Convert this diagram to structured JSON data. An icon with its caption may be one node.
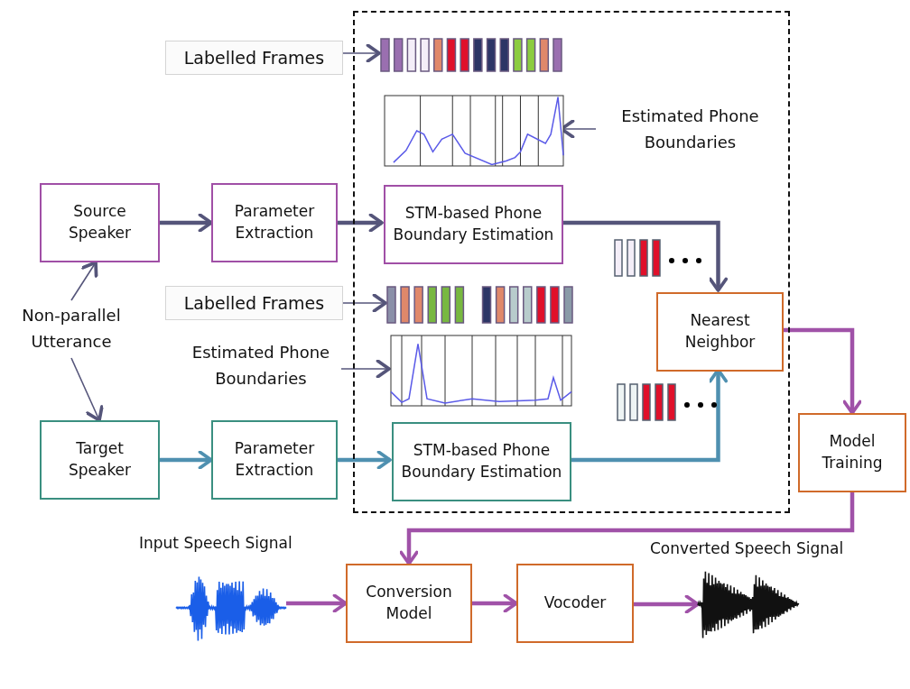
{
  "diagram": {
    "nodes": [
      {
        "text": [],
        "shape": "box"
      },
      {
        "text": [
          "Labelled Frames"
        ]
      },
      {
        "text": [],
        "shape": "bar",
        "in": 0
      },
      {
        "text": [],
        "shape": "picture",
        "in": 0
      },
      {
        "text": [
          "Estimated Phone Boundaries"
        ],
        "in": 0
      },
      {
        "text": [
          "Source Speaker"
        ]
      },
      {
        "text": [
          "Parameter Extraction"
        ]
      },
      {
        "text": [
          "STM-based Phone Boundary Estimation"
        ],
        "in": 0
      },
      {
        "text": [
          "Labelled Frames"
        ]
      },
      {
        "text": [],
        "shape": "bar",
        "in": 0
      },
      {
        "text": [
          "Non-parallel Utterance"
        ]
      },
      {
        "text": [
          "Nearest Neighbor"
        ],
        "in": 0
      },
      {
        "text": [
          "Estimated Phone Boundaries"
        ]
      },
      {
        "text": [],
        "shape": "picture",
        "in": 0
      },
      {
        "text": [
          "Target Speaker"
        ]
      },
      {
        "text": [
          "Parameter Extraction"
        ]
      },
      {
        "text": [
          "STM-based Phone Boundary Estimation"
        ],
        "in": 0
      },
      {
        "text": [
          "Model Training"
        ]
      },
      {
        "text": [],
        "shape": "picture",
        "beside": [
          "Input Speech Signal"
        ]
      },
      {
        "text": [
          "Conversion Model"
        ]
      },
      {
        "text": [
          "Vocoder"
        ]
      },
      {
        "text": [],
        "shape": "picture",
        "beside": [
          "Converted Speech Signal"
        ]
      }
    ],
    "edges": [
      {
        "from": 1,
        "to": 2,
        "arrow": "to"
      },
      {
        "from": 4,
        "to": 3,
        "arrow": "to"
      },
      {
        "from": 5,
        "to": 6,
        "arrow": "to"
      },
      {
        "from": 6,
        "to": 7,
        "arrow": "to"
      },
      {
        "from": 7,
        "to": 11,
        "arrow": "to"
      },
      {
        "from": 8,
        "to": 9,
        "arrow": "to"
      },
      {
        "from": 10,
        "to": 5,
        "arrow": "to"
      },
      {
        "from": 12,
        "to": 13,
        "arrow": "to"
      },
      {
        "from": 10,
        "to": 14,
        "arrow": "to"
      },
      {
        "from": 14,
        "to": 15,
        "arrow": "to",
        "color": "#4f90b0"
      },
      {
        "from": 15,
        "to": 16,
        "arrow": "to",
        "color": "#4f90b0"
      },
      {
        "from": 16,
        "to": 11,
        "arrow": "to",
        "color": "#4f90b0"
      },
      {
        "from": 11,
        "to": 17,
        "arrow": "to",
        "color": "#a052a8"
      },
      {
        "from": 17,
        "to": 19,
        "arrow": "to",
        "color": "#a052a8"
      },
      {
        "from": 18,
        "to": 19,
        "arrow": "to",
        "color": "#a052a8"
      },
      {
        "from": 19,
        "to": 20,
        "arrow": "to",
        "color": "#a052a8"
      },
      {
        "from": 20,
        "to": 21,
        "arrow": "to",
        "color": "#a052a8"
      }
    ]
  }
}
